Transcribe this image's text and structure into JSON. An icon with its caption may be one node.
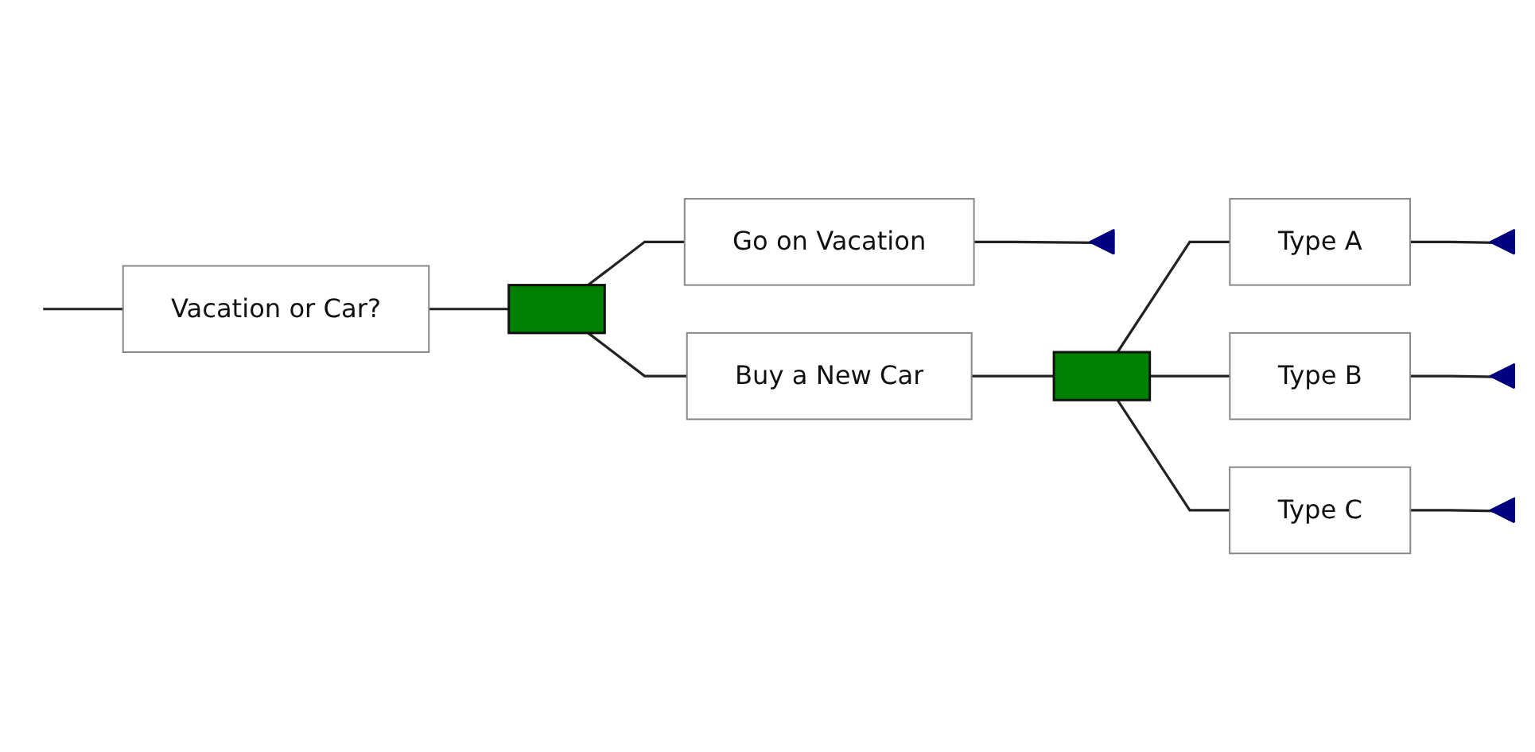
{
  "diagram": {
    "nodes": [
      {
        "text": [
          "Vacation or Car?"
        ]
      },
      {
        "text": [],
        "shape": "box"
      },
      {
        "text": [
          "Go on Vacation"
        ]
      },
      {
        "text": [],
        "shape": "triangle"
      },
      {
        "text": [
          "Buy a New Car"
        ]
      },
      {
        "text": [],
        "shape": "box"
      },
      {
        "text": [
          "Type A"
        ]
      },
      {
        "text": [],
        "shape": "triangle"
      },
      {
        "text": [
          "Type B"
        ]
      },
      {
        "text": [],
        "shape": "triangle"
      },
      {
        "text": [
          "Type C"
        ]
      },
      {
        "text": [],
        "shape": "triangle"
      }
    ],
    "edges": [
      {
        "from": null,
        "to": 0,
        "arrow": "none"
      },
      {
        "from": 0,
        "to": 1,
        "arrow": "none"
      },
      {
        "from": 1,
        "to": 2,
        "arrow": "none"
      },
      {
        "from": 1,
        "to": 4,
        "arrow": "none"
      },
      {
        "from": 2,
        "to": 3,
        "arrow": "none"
      },
      {
        "from": 4,
        "to": 5,
        "arrow": "none"
      },
      {
        "from": 5,
        "to": 6,
        "arrow": "none"
      },
      {
        "from": 5,
        "to": 8,
        "arrow": "none"
      },
      {
        "from": 5,
        "to": 10,
        "arrow": "none"
      },
      {
        "from": 6,
        "to": 7,
        "arrow": "none"
      },
      {
        "from": 8,
        "to": 9,
        "arrow": "none"
      },
      {
        "from": 10,
        "to": 11,
        "arrow": "none"
      }
    ]
  }
}
